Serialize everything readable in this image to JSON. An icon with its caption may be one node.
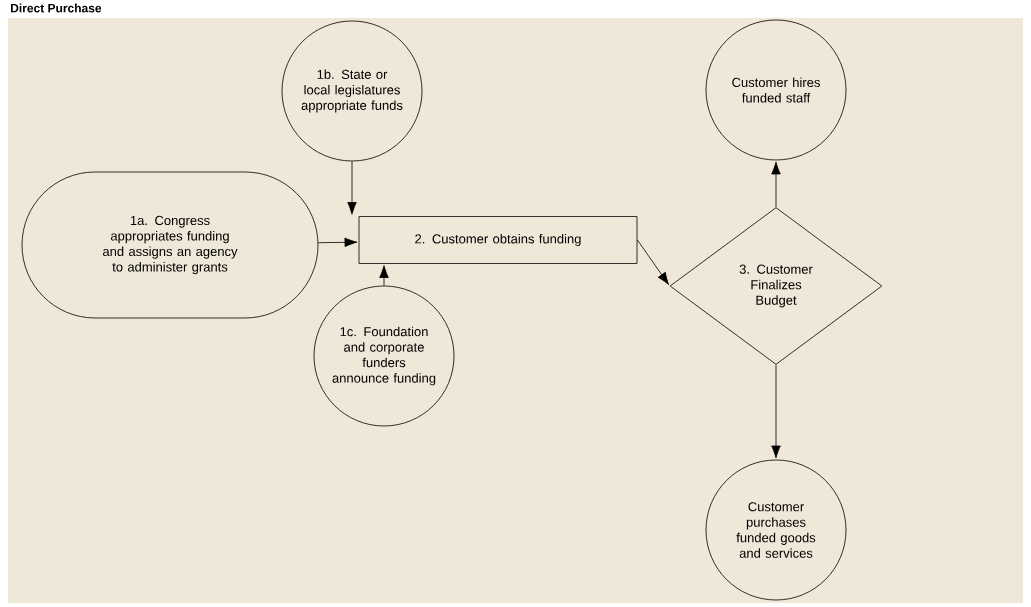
{
  "diagram": {
    "title": "Direct Purchase",
    "nodes": [
      {
        "text": [
          "1a. Congress appropriates funding and assigns an agency to administer grants"
        ]
      },
      {
        "text": [
          "1b. State or local legislatures appropriate funds"
        ]
      },
      {
        "text": [
          "2. Customer obtains funding"
        ]
      },
      {
        "text": [
          "1c. Foundation and corporate funders announce funding"
        ]
      },
      {
        "text": [
          "3. Customer Finalizes Budget"
        ]
      },
      {
        "text": [
          "Customer hires funded staff"
        ]
      },
      {
        "text": [
          "Customer purchases funded goods and services"
        ]
      }
    ],
    "edges": [
      {
        "from": 0,
        "to": 2,
        "arrow": "to"
      },
      {
        "from": 1,
        "to": 2,
        "arrow": "to"
      },
      {
        "from": 3,
        "to": 2,
        "arrow": "to"
      },
      {
        "from": 2,
        "to": 4,
        "arrow": "to"
      },
      {
        "from": 4,
        "to": 5,
        "arrow": "to"
      },
      {
        "from": 4,
        "to": 6,
        "arrow": "to"
      }
    ]
  }
}
